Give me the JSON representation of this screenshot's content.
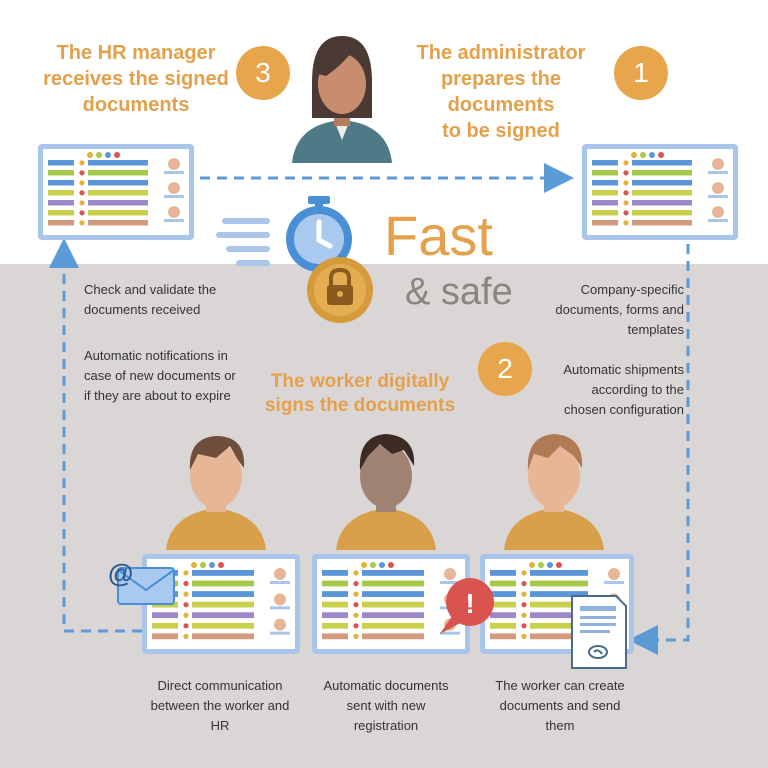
{
  "colors": {
    "accent_orange": "#e8a64c",
    "title_orange": "#e4a04a",
    "arrow_blue": "#5b9bd5",
    "bottom_bg": "#dbd6d6",
    "fast_gray": "#8b8581",
    "monitor_frame": "#a9c5ea",
    "stopwatch_blue": "#4a8fd6",
    "lock_gold": "#d59a3a",
    "alert_red": "#d9534f"
  },
  "steps": {
    "step3": {
      "number": "3",
      "text": "The HR manager\nreceives the signed\ndocuments"
    },
    "step1": {
      "number": "1",
      "text": "The administrator\nprepares the documents\nto be signed"
    },
    "step2": {
      "number": "2",
      "text": "The worker digitally\nsigns the documents"
    }
  },
  "center": {
    "fast": "Fast",
    "safe": "& safe"
  },
  "notes": {
    "check": "Check and validate the\ndocuments received",
    "notifications": "Automatic notifications in\ncase of new documents or\nif they are about to expire",
    "company": "Company-specific\ndocuments, forms and\ntemplates",
    "shipments": "Automatic shipments\naccording to the\nchosen configuration",
    "direct": "Direct communication\nbetween the worker and\nHR",
    "automatic_docs": "Automatic documents\nsent with new\nregistration",
    "create": "The worker can create\ndocuments and send\nthem"
  },
  "icons": {
    "at_symbol": "@",
    "alert_symbol": "!",
    "envelope": "envelope-icon",
    "stopwatch": "stopwatch-icon",
    "padlock": "padlock-icon",
    "document": "document-icon"
  }
}
